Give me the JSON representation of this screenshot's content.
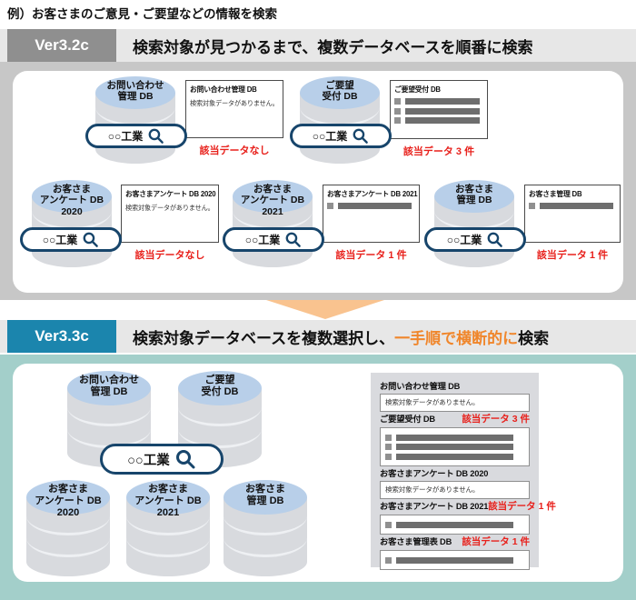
{
  "page_title": "例）お客さまのご意見・ご要望などの情報を検索",
  "colors": {
    "v32_badge": "#8f8f8f",
    "v33_badge": "#1b85ad",
    "header_bar": "#e7e7e7",
    "v32_frame": "#c7c7c7",
    "v33_frame": "#a3cfca",
    "db_top": "#b8cfe9",
    "db_body": "#d8dade",
    "search_border": "#17456b",
    "result_red": "#e8211c",
    "highlight_orange": "#f0862b",
    "arrow": "#f9c38f"
  },
  "v32": {
    "badge": "Ver3.2c",
    "title": "検索対象が見つかるまで、複数データベースを順番に検索",
    "items": [
      {
        "db_label": "お問い合わせ\n管理 DB",
        "search_text": "○○工業",
        "result_title": "お問い合わせ管理 DB",
        "result_message": "検索対象データがありません。",
        "result_rows": 0,
        "caption": "該当データなし"
      },
      {
        "db_label": "ご要望\n受付 DB",
        "search_text": "○○工業",
        "result_title": "ご要望受付 DB",
        "result_message": "",
        "result_rows": 3,
        "caption": "該当データ 3 件"
      },
      {
        "db_label": "お客さま\nアンケート DB\n2020",
        "search_text": "○○工業",
        "result_title": "お客さまアンケート DB 2020",
        "result_message": "検索対象データがありません。",
        "result_rows": 0,
        "caption": "該当データなし"
      },
      {
        "db_label": "お客さま\nアンケート DB\n2021",
        "search_text": "○○工業",
        "result_title": "お客さまアンケート DB 2021",
        "result_message": "",
        "result_rows": 1,
        "caption": "該当データ 1 件"
      },
      {
        "db_label": "お客さま\n管理 DB",
        "search_text": "○○工業",
        "result_title": "お客さま管理 DB",
        "result_message": "",
        "result_rows": 1,
        "caption": "該当データ 1 件"
      }
    ]
  },
  "v33": {
    "badge": "Ver3.3c",
    "title_prefix": "検索対象データベースを複数選択し、",
    "title_highlight": "一手順で横断的に",
    "title_suffix": "検索",
    "search_text": "○○工業",
    "db_labels": [
      "お問い合わせ\n管理 DB",
      "ご要望\n受付 DB",
      "お客さま\nアンケート DB\n2020",
      "お客さま\nアンケート DB\n2021",
      "お客さま\n管理 DB"
    ],
    "results": [
      {
        "label": "お問い合わせ管理 DB",
        "message": "検索対象データがありません。",
        "rows": 0,
        "count": ""
      },
      {
        "label": "ご要望受付 DB",
        "message": "",
        "rows": 3,
        "count": "該当データ 3 件"
      },
      {
        "label": "お客さまアンケート DB 2020",
        "message": "検索対象データがありません。",
        "rows": 0,
        "count": ""
      },
      {
        "label": "お客さまアンケート DB 2021",
        "message": "",
        "rows": 1,
        "count": "該当データ 1 件"
      },
      {
        "label": "お客さま管理表 DB",
        "message": "",
        "rows": 1,
        "count": "該当データ 1 件"
      }
    ]
  }
}
